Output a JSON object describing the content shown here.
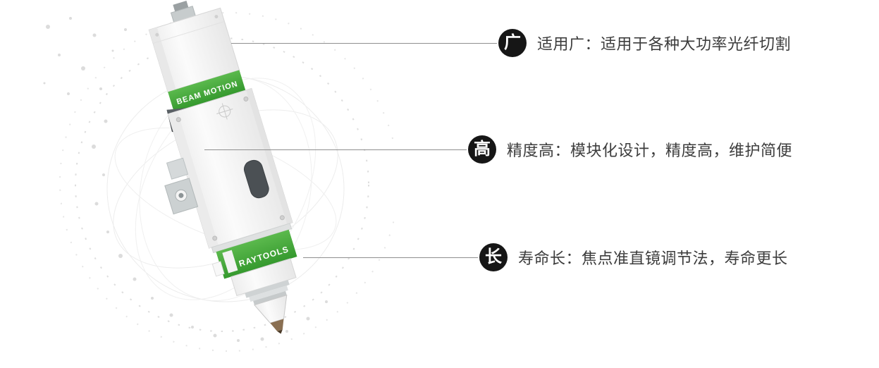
{
  "product": {
    "top_label": "BEAM MOTION",
    "bottom_label": "RAYTOOLS"
  },
  "features": [
    {
      "badge": "广",
      "text": "适用广：适用于各种大功率光纤切割"
    },
    {
      "badge": "高",
      "text": "精度高：模块化设计，精度高，维护简便"
    },
    {
      "badge": "长",
      "text": "寿命长：焦点准直镜调节法，寿命更长"
    }
  ],
  "colors": {
    "accent_green": "#3f9f37",
    "badge_black": "#161616",
    "text_color": "#3c3c3c",
    "line_color": "#8f8f8f"
  }
}
